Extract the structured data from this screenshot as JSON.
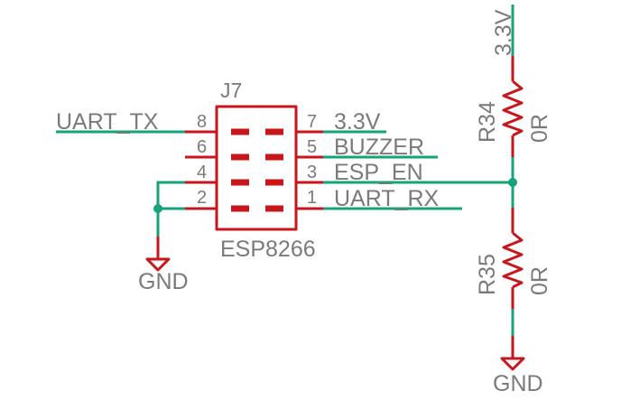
{
  "colors": {
    "wire": "#16a37a",
    "part": "#c8161d",
    "text": "#7a7a7a"
  },
  "connector": {
    "ref": "J7",
    "value": "ESP8266",
    "pins": {
      "p1": {
        "num": "1",
        "net": "UART_RX"
      },
      "p2": {
        "num": "2",
        "net": ""
      },
      "p3": {
        "num": "3",
        "net": "ESP_EN"
      },
      "p4": {
        "num": "4",
        "net": ""
      },
      "p5": {
        "num": "5",
        "net": "BUZZER"
      },
      "p6": {
        "num": "6",
        "net": ""
      },
      "p7": {
        "num": "7",
        "net": "3.3V"
      },
      "p8": {
        "num": "8",
        "net": "UART_TX"
      }
    }
  },
  "ground_left": {
    "label": "GND"
  },
  "ground_right": {
    "label": "GND"
  },
  "supply_top": {
    "label": "3.3V"
  },
  "r34": {
    "ref": "R34",
    "value": "0R"
  },
  "r35": {
    "ref": "R35",
    "value": "0R"
  }
}
